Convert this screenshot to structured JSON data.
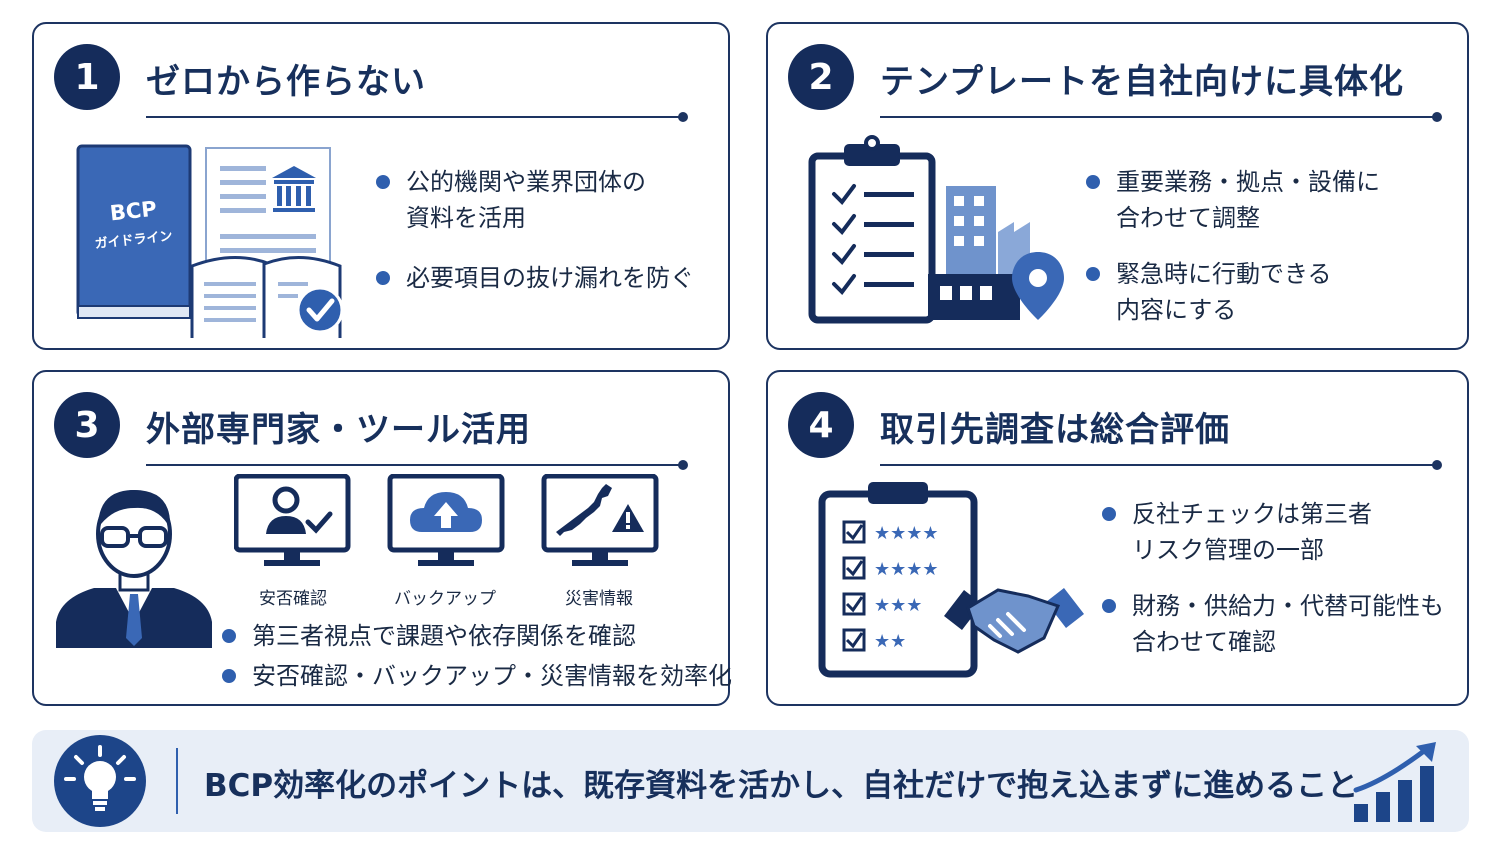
{
  "cards": [
    {
      "number": "1",
      "title": "ゼロから作らない",
      "book_title": "BCP",
      "book_subtitle": "ガイドライン",
      "bullets": [
        {
          "lines": [
            "公的機関や業界団体の",
            "資料を活用"
          ]
        },
        {
          "lines": [
            "必要項目の抜け漏れを防ぐ"
          ]
        }
      ]
    },
    {
      "number": "2",
      "title": "テンプレートを自社向けに具体化",
      "bullets": [
        {
          "lines": [
            "重要業務・拠点・設備に",
            "合わせて調整"
          ]
        },
        {
          "lines": [
            "緊急時に行動できる",
            "内容にする"
          ]
        }
      ]
    },
    {
      "number": "3",
      "title": "外部専門家・ツール活用",
      "tools": [
        "安否確認",
        "バックアップ",
        "災害情報"
      ],
      "bullets": [
        {
          "lines": [
            "第三者視点で課題や依存関係を確認"
          ]
        },
        {
          "lines": [
            "安否確認・バックアップ・災害情報を効率化"
          ]
        }
      ]
    },
    {
      "number": "4",
      "title": "取引先調査は総合評価",
      "bullets": [
        {
          "lines": [
            "反社チェックは第三者",
            "リスク管理の一部"
          ]
        },
        {
          "lines": [
            "財務・供給力・代替可能性も",
            "合わせて確認"
          ]
        }
      ]
    }
  ],
  "footer": {
    "text": "BCP効率化のポイントは、既存資料を活かし、自社だけで抱え込まずに進めること"
  },
  "colors": {
    "navy": "#152c5b",
    "blue": "#2f5fae",
    "light_blue": "#4a7cc7",
    "footer_bg": "#e8eef7"
  },
  "icons": [
    "book-icon",
    "document-icon",
    "bank-icon",
    "open-book-icon",
    "check-badge-icon",
    "clipboard-checklist-icon",
    "building-icon",
    "factory-icon",
    "location-pin-icon",
    "person-icon",
    "user-check-icon",
    "cloud-upload-icon",
    "japan-map-icon",
    "warning-icon",
    "clipboard-rating-icon",
    "star-icon",
    "handshake-icon",
    "lightbulb-icon",
    "growth-chart-icon"
  ]
}
